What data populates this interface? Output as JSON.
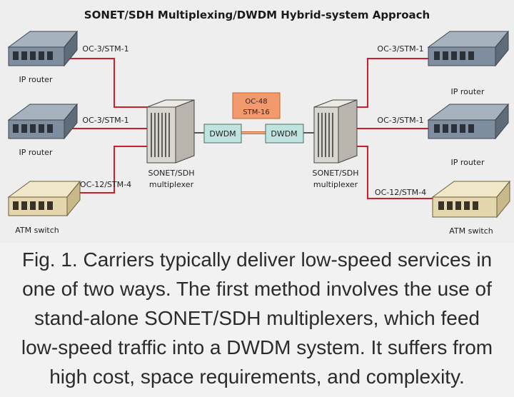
{
  "diagram": {
    "title": "SONET/SDH Multiplexing/DWDM Hybrid-system Approach",
    "left_links": [
      "OC-3/STM-1",
      "OC-3/STM-1",
      "OC-12/STM-4"
    ],
    "right_links": [
      "OC-3/STM-1",
      "OC-3/STM-1",
      "OC-12/STM-4"
    ],
    "left_devices": [
      "IP router",
      "IP router",
      "ATM switch"
    ],
    "right_devices": [
      "IP router",
      "IP router",
      "ATM switch"
    ],
    "left_mux": [
      "SONET/SDH",
      "multiplexer"
    ],
    "right_mux": [
      "SONET/SDH",
      "multiplexer"
    ],
    "dwdm_left": "DWDM",
    "dwdm_right": "DWDM",
    "trunk_label": [
      "OC-48",
      "STM-16"
    ],
    "colors": {
      "link": "#cc1f2a",
      "trunk": "#c8642a",
      "dwdm_fill": "#bfe3de",
      "trunk_label_fill": "#f29a6e",
      "router_fill": "#7f8e9e",
      "atm_fill": "#e4d7ad",
      "mux_fill": "#d9d6cf"
    }
  },
  "caption": {
    "lines": [
      "Fig. 1. Carriers typically deliver low-speed services in",
      "one of two ways. The first method involves the use of",
      "stand-alone SONET/SDH multiplexers, which feed",
      "low-speed traffic into a DWDM system. It suffers from",
      "high cost, space requirements, and complexity."
    ]
  }
}
